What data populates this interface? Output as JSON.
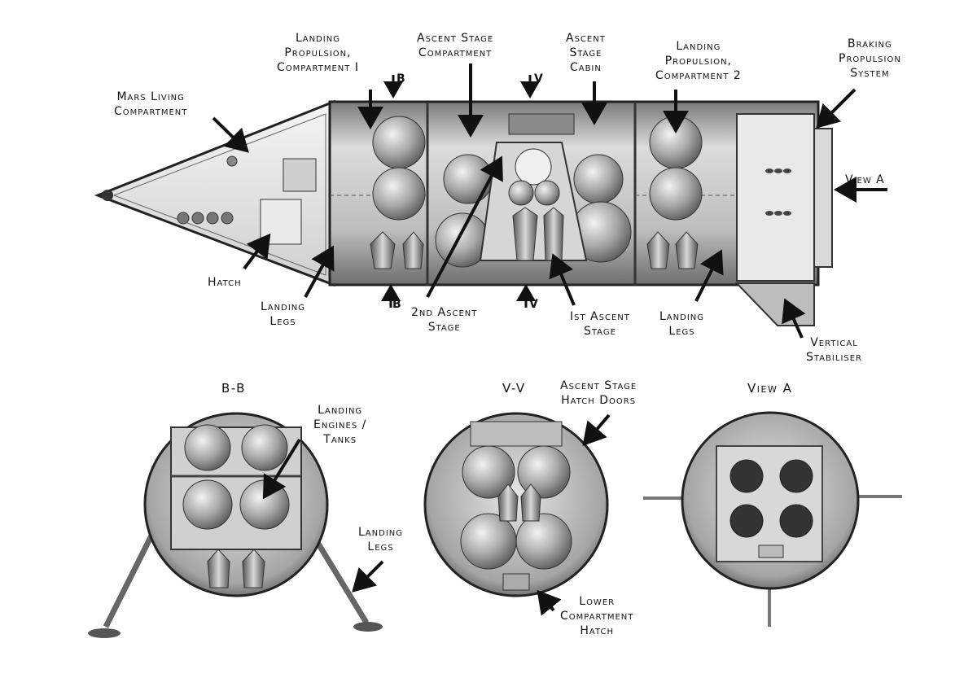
{
  "colors": {
    "hull_dark": "#3a3a3a",
    "hull_mid": "#9a9a9a",
    "hull_light": "#e4e4e4",
    "tank": "#b5b5b5",
    "ink": "#111111"
  },
  "labels": {
    "mars_living": "Mars Living\nCompartment",
    "landing_prop_1": "Landing\nPropulsion,\nCompartment I",
    "ascent_stage_compartment": "Ascent Stage\nCompartment",
    "ascent_stage_cabin": "Ascent\nStage\nCabin",
    "landing_prop_2": "Landing\nPropulsion,\nCompartment 2",
    "braking_propulsion": "Braking\nPropulsion\nSystem",
    "view_a_arrow": "View A",
    "hatch": "Hatch",
    "landing_legs_left": "Landing\nLegs",
    "second_ascent": "2nd Ascent\nStage",
    "first_ascent": "Ist Ascent\nStage",
    "landing_legs_right": "Landing\nLegs",
    "vertical_stabiliser": "Vertical\nStabiliser",
    "sec_b_top": "B",
    "sec_b_bottom": "B",
    "sec_v_top": "V",
    "sec_v_bottom": "V"
  },
  "views": {
    "bb": {
      "title": "B-B",
      "landing_engines_tanks": "Landing\nEngines /\nTanks",
      "landing_legs": "Landing\nLegs"
    },
    "vv": {
      "title": "V-V",
      "hatch_doors": "Ascent Stage\nHatch Doors",
      "lower_hatch": "Lower\nCompartment\nHatch"
    },
    "view_a": {
      "title": "View A"
    }
  }
}
